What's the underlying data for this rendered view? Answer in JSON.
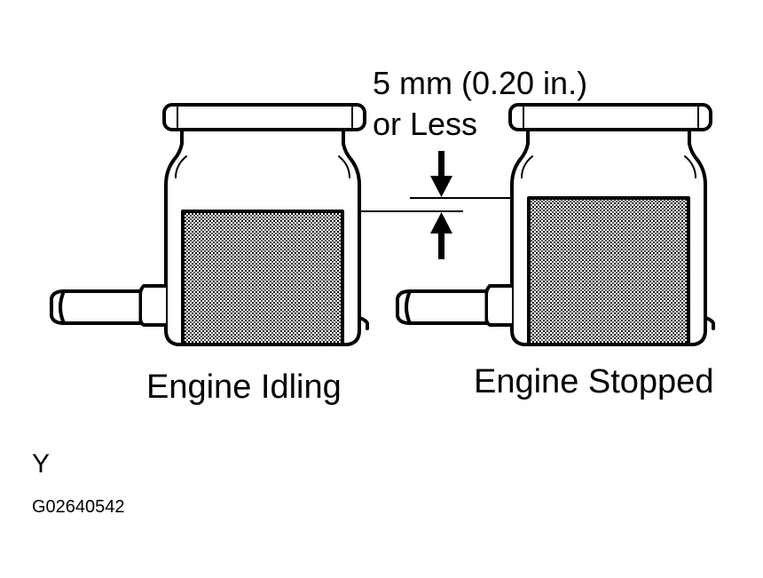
{
  "diagram": {
    "measurement_value": "5 mm (0.20 in.)",
    "measurement_qualifier": "or Less",
    "left_caption": "Engine Idling",
    "right_caption": "Engine Stopped",
    "corner_letter": "Y",
    "figure_code": "G02640542"
  },
  "colors": {
    "ink": "#000000",
    "fluid_fill": "#9a9a9a",
    "background": "#ffffff"
  }
}
